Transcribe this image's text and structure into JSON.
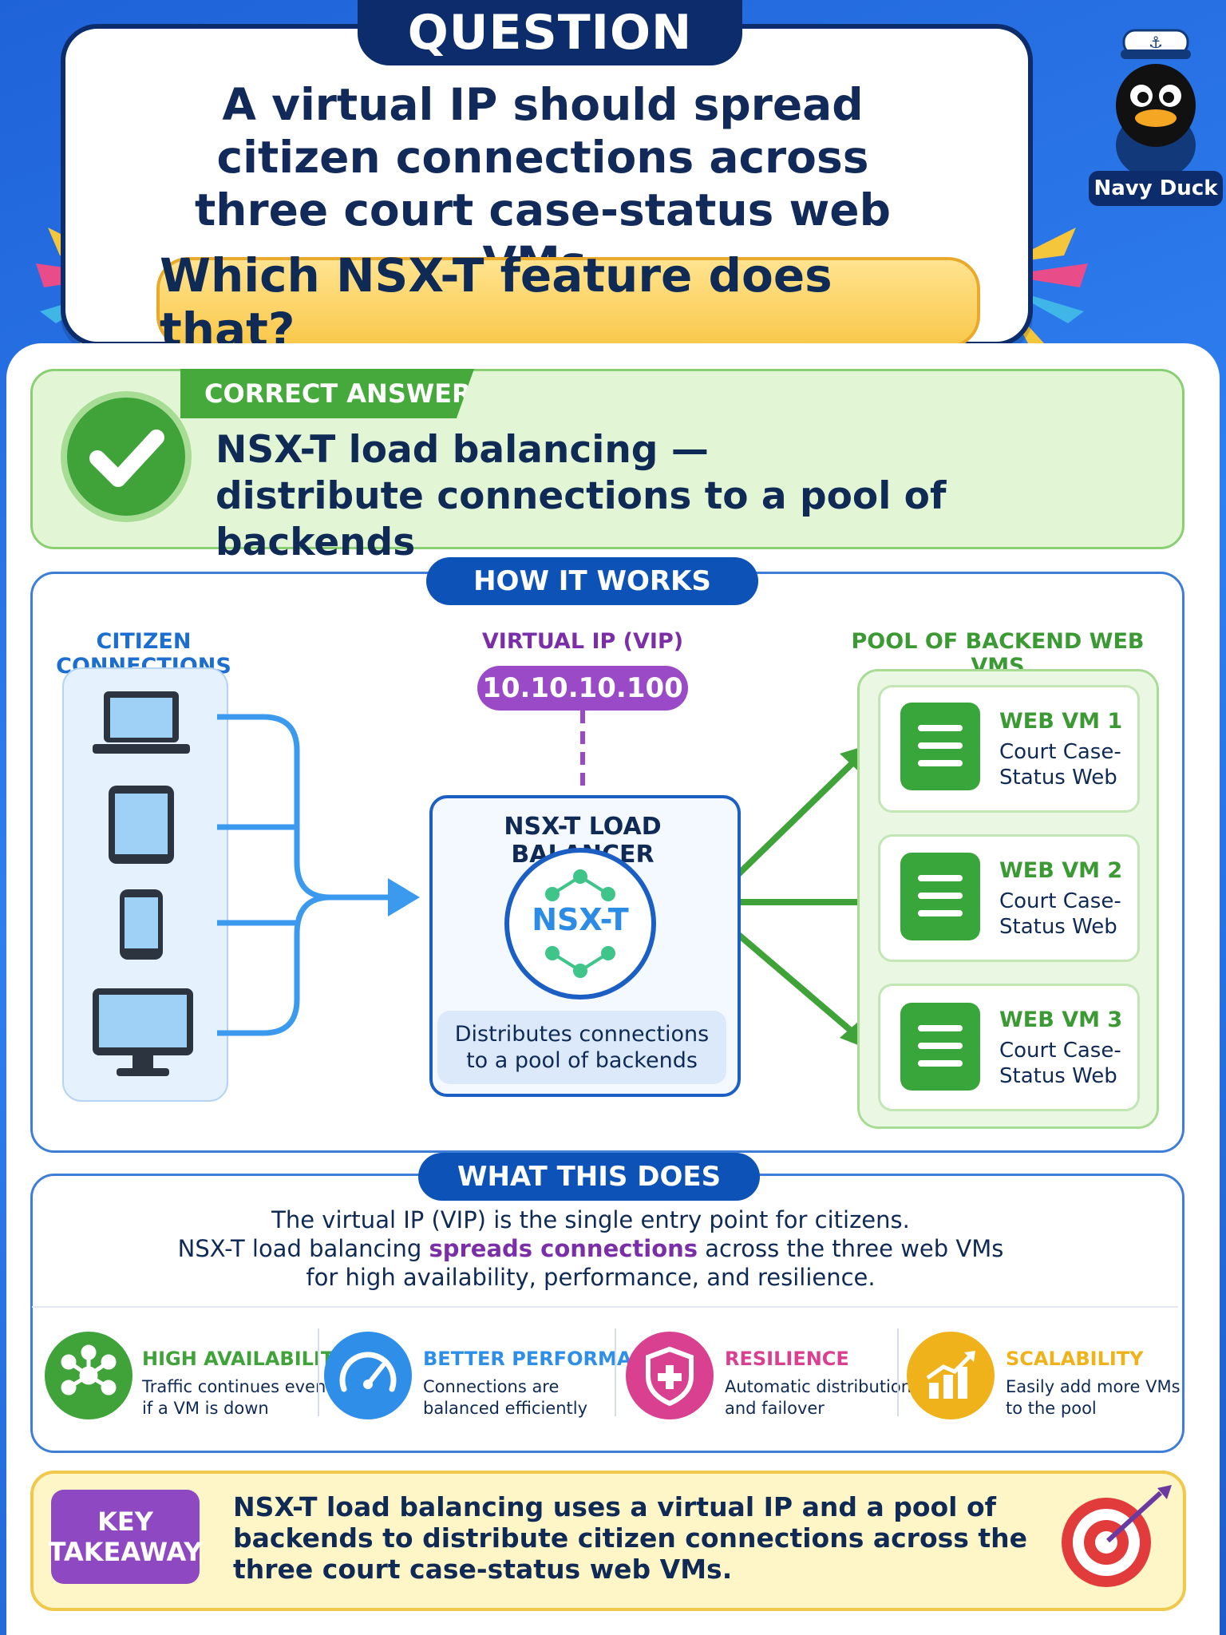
{
  "header": {
    "tab_label": "QUESTION",
    "question": "A virtual IP should spread citizen connections across three court case-status web VMs.",
    "ask": "Which NSX-T feature does that?"
  },
  "mascot": {
    "label": "Navy Duck",
    "icon": "duck-sailor-icon"
  },
  "answer": {
    "ribbon": "CORRECT ANSWER",
    "line1": "NSX-T load balancing —",
    "line2": "distribute connections to a pool of backends"
  },
  "how": {
    "title": "HOW IT WORKS",
    "clients_title": "CITIZEN CONNECTIONS",
    "clients": [
      "laptop-icon",
      "tablet-icon",
      "phone-icon",
      "desktop-monitor-icon"
    ],
    "vip_title": "VIRTUAL IP (VIP)",
    "vip_address": "10.10.10.100",
    "lb_title": "NSX-T LOAD BALANCER",
    "lb_logo": "NSX-T",
    "lb_desc_line1": "Distributes connections",
    "lb_desc_line2": "to a pool of backends",
    "pool_title": "POOL OF BACKEND WEB VMS",
    "vms": [
      {
        "name": "WEB VM 1",
        "desc1": "Court Case-",
        "desc2": "Status Web"
      },
      {
        "name": "WEB VM 2",
        "desc1": "Court Case-",
        "desc2": "Status Web"
      },
      {
        "name": "WEB VM 3",
        "desc1": "Court Case-",
        "desc2": "Status Web"
      }
    ]
  },
  "what": {
    "title": "WHAT THIS DOES",
    "line1": "The virtual IP (VIP) is the single entry point for citizens.",
    "line2_pre": "NSX-T load balancing ",
    "line2_hl": "spreads connections",
    "line2_post": " across the three web VMs",
    "line3": "for high availability, performance, and resilience."
  },
  "benefits": [
    {
      "title": "HIGH AVAILABILITY",
      "desc1": "Traffic continues even",
      "desc2": "if a VM is down",
      "color": "#3fa33a",
      "icon": "network-nodes-icon"
    },
    {
      "title": "BETTER PERFORMANCE",
      "desc1": "Connections are",
      "desc2": "balanced efficiently",
      "color": "#2f8fe8",
      "icon": "speedometer-icon"
    },
    {
      "title": "RESILIENCE",
      "desc1": "Automatic distribution",
      "desc2": "and failover",
      "color": "#d9408f",
      "icon": "shield-icon"
    },
    {
      "title": "SCALABILITY",
      "desc1": "Easily add more VMs",
      "desc2": "to the pool",
      "color": "#f0b21a",
      "icon": "growth-chart-icon"
    }
  ],
  "takeaway": {
    "badge_line1": "KEY",
    "badge_line2": "TAKEAWAY",
    "text": "NSX-T load balancing uses a virtual IP and a pool of backends to distribute citizen connections across the three court case-status web VMs.",
    "icon": "target-icon"
  }
}
